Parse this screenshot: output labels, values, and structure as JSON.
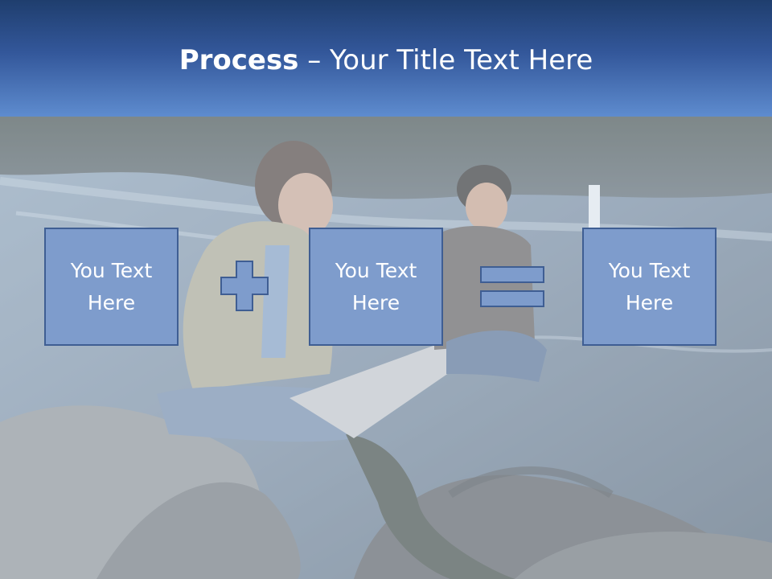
{
  "slide": {
    "title_bold": "Process",
    "title_rest": " – Your Title Text Here"
  },
  "process": {
    "boxes": [
      {
        "text": "You Text Here"
      },
      {
        "text": "You Text Here"
      },
      {
        "text": "You Text Here"
      }
    ],
    "operators": [
      "plus-icon",
      "equals-icon"
    ]
  },
  "colors": {
    "header_dark": "#1f3e6e",
    "header_light": "#5e8ccf",
    "box_fill": "#7e9ccc",
    "box_border": "#3f5e93",
    "text": "#ffffff"
  }
}
